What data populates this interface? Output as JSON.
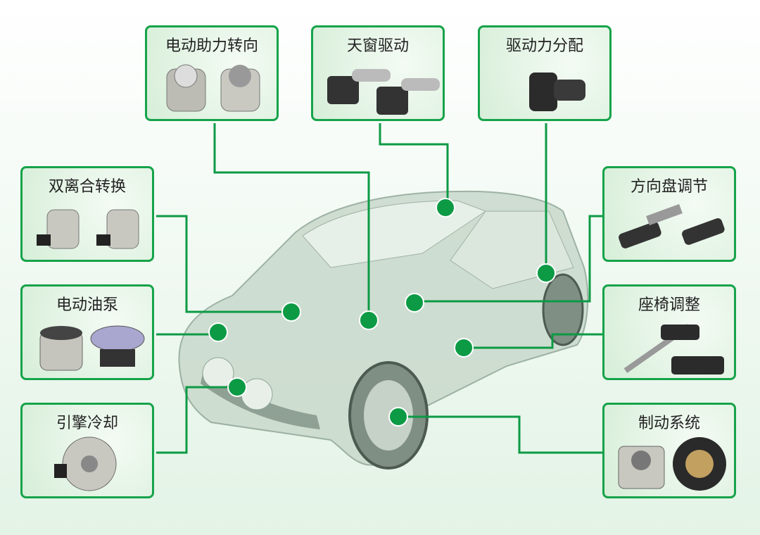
{
  "colors": {
    "accent": "#16a34a",
    "dot": "#0c9a45"
  },
  "applications": [
    {
      "id": "power-steering",
      "label": "电动助力转向"
    },
    {
      "id": "sunroof-drive",
      "label": "天窗驱动"
    },
    {
      "id": "drive-distribution",
      "label": "驱动力分配"
    },
    {
      "id": "dual-clutch",
      "label": "双离合转换"
    },
    {
      "id": "steering-wheel-adjust",
      "label": "方向盘调节"
    },
    {
      "id": "electric-oil-pump",
      "label": "电动油泵"
    },
    {
      "id": "seat-adjust",
      "label": "座椅调整"
    },
    {
      "id": "engine-cooling",
      "label": "引擎冷却"
    },
    {
      "id": "brake-system",
      "label": "制动系统"
    }
  ]
}
